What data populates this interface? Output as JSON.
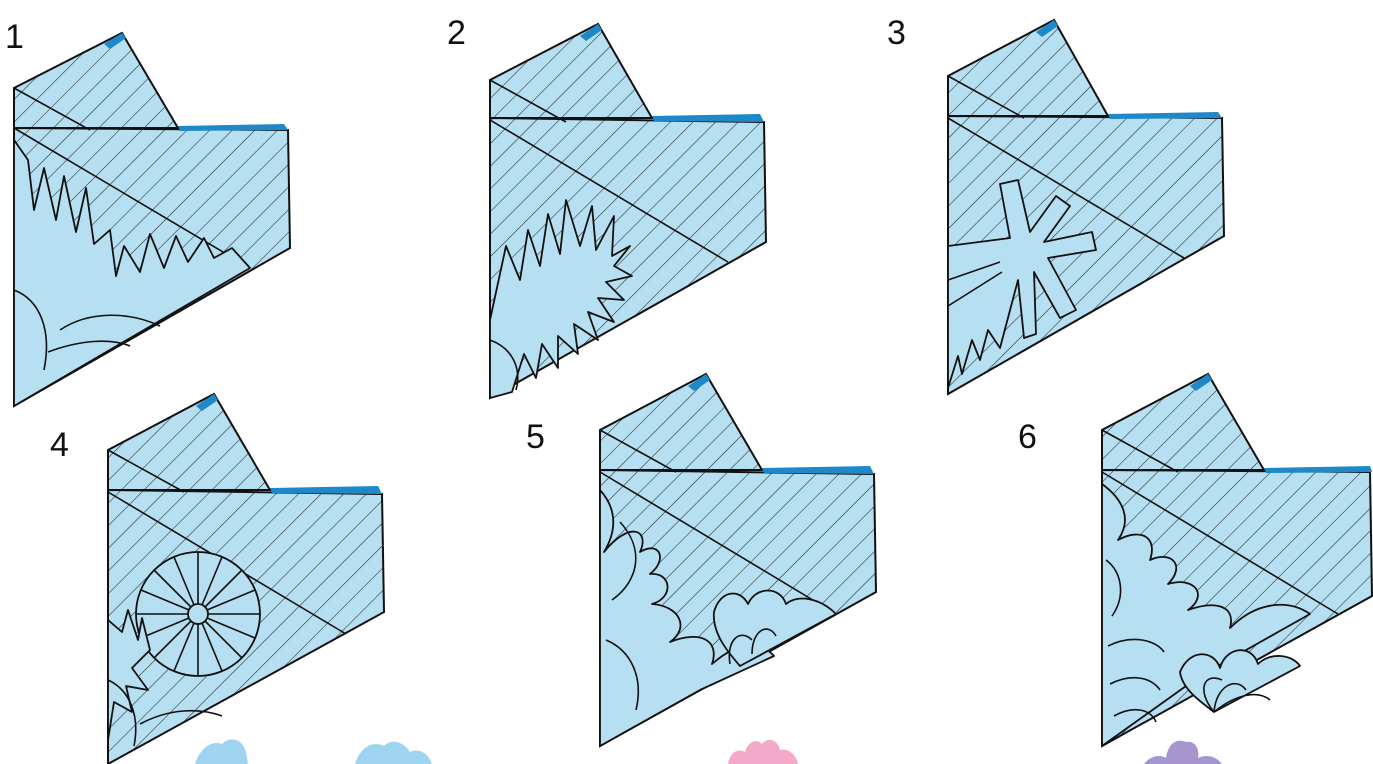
{
  "colors": {
    "paper": "#b6dff1",
    "paper_edge": "#1e88c8",
    "hatch": "#1f2a2f",
    "outline": "#111111",
    "teaser_blue": "#9fd4f0",
    "teaser_pink": "#f3a9c8",
    "teaser_purple": "#a596cf"
  },
  "steps": [
    {
      "number": "1",
      "pattern": "fringe-corner"
    },
    {
      "number": "2",
      "pattern": "spiked-ball"
    },
    {
      "number": "3",
      "pattern": "star-bars"
    },
    {
      "number": "4",
      "pattern": "sun-wheel"
    },
    {
      "number": "5",
      "pattern": "petal-fringe"
    },
    {
      "number": "6",
      "pattern": "leaf-flower"
    }
  ]
}
